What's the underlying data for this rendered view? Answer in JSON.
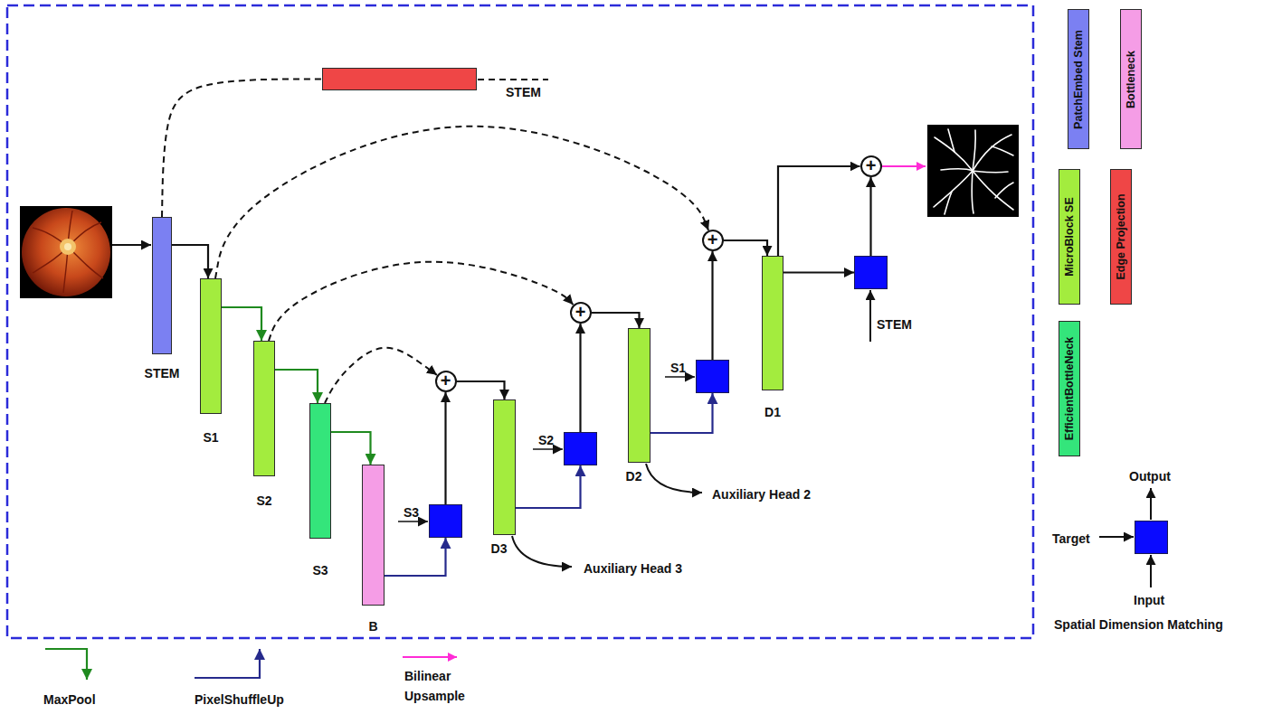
{
  "diagram": {
    "nodes": [
      {
        "text": [
          "STEM"
        ]
      },
      {
        "text": [
          "S1"
        ]
      },
      {
        "text": [
          "S2"
        ]
      },
      {
        "text": [
          "S3"
        ]
      },
      {
        "text": [
          "B"
        ]
      },
      {
        "text": [
          "S3"
        ]
      },
      {
        "text": [
          "+"
        ]
      },
      {
        "text": [
          "D3"
        ]
      },
      {
        "text": [
          "S2"
        ]
      },
      {
        "text": [
          "+"
        ]
      },
      {
        "text": [
          "D2"
        ]
      },
      {
        "text": [
          "S1"
        ]
      },
      {
        "text": [
          "+"
        ]
      },
      {
        "text": [
          "D1"
        ]
      },
      {
        "text": [
          "STEM"
        ]
      },
      {
        "text": [
          "+"
        ]
      },
      {
        "text": [
          "STEM"
        ]
      }
    ],
    "edges": [
      {
        "from": 0,
        "to": 1,
        "arrow": "to"
      },
      {
        "from": 1,
        "to": 2,
        "arrow": "to"
      },
      {
        "from": 2,
        "to": 3,
        "arrow": "to"
      },
      {
        "from": 3,
        "to": 4,
        "arrow": "to"
      },
      {
        "from": 0,
        "to": 16,
        "arrow": "none"
      },
      {
        "from": 1,
        "to": 12,
        "arrow": "to"
      },
      {
        "from": 2,
        "to": 9,
        "arrow": "to"
      },
      {
        "from": 3,
        "to": 6,
        "arrow": "to"
      },
      {
        "from": 4,
        "to": 5,
        "arrow": "to"
      },
      {
        "from": 5,
        "to": 6,
        "arrow": "to"
      },
      {
        "from": 6,
        "to": 7,
        "arrow": "to"
      },
      {
        "from": 7,
        "to": 8,
        "arrow": "to"
      },
      {
        "from": 8,
        "to": 9,
        "arrow": "to"
      },
      {
        "from": 9,
        "to": 10,
        "arrow": "to"
      },
      {
        "from": 10,
        "to": 11,
        "arrow": "to"
      },
      {
        "from": 11,
        "to": 12,
        "arrow": "to"
      },
      {
        "from": 12,
        "to": 13,
        "arrow": "to"
      },
      {
        "from": 13,
        "to": 14,
        "arrow": "to"
      },
      {
        "from": 13,
        "to": 15,
        "arrow": "to"
      },
      {
        "from": 14,
        "to": 15,
        "arrow": "to"
      }
    ],
    "labels": [
      "Auxiliary Head 3",
      "Auxiliary Head 2",
      "Target",
      "Output",
      "Input"
    ],
    "legend": [
      {
        "text": "PatchEmbed Stem",
        "color": "#7b80f2"
      },
      {
        "text": "Bottleneck",
        "color": "#f59de6"
      },
      {
        "text": "MicroBlock SE",
        "color": "#a3ec3e"
      },
      {
        "text": "Edge Projection",
        "color": "#ef4646"
      },
      {
        "text": "EfficientBottleNeck",
        "color": "#34e57b"
      },
      {
        "text": "Spatial Dimension Matching",
        "color": "#0a0aff"
      },
      {
        "text": "MaxPool"
      },
      {
        "text": "PixelShuffleUp"
      },
      {
        "text": "Bilinear Upsample"
      }
    ]
  }
}
